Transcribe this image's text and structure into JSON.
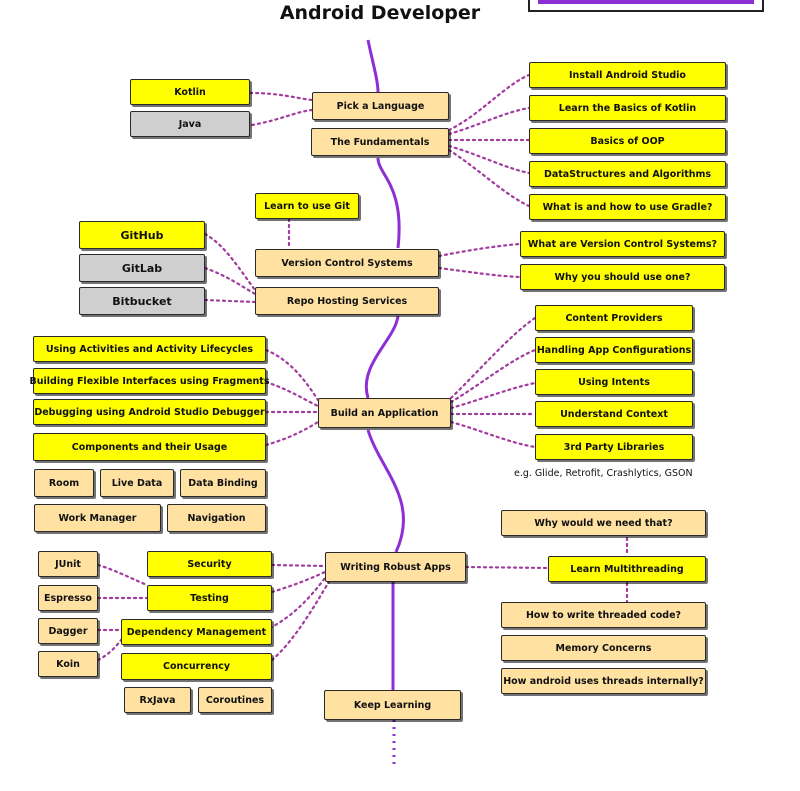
{
  "title": "Android Developer",
  "colors": {
    "spine": "#8e2fd6",
    "connector": "#a33aa0",
    "yellow": "#ffff00",
    "orange": "#ffe1a2",
    "gray": "#cfcfcf"
  },
  "spine": [
    "Pick a Language",
    "The Fundamentals",
    "Version Control Systems",
    "Repo Hosting Services",
    "Build an Application",
    "Writing Robust Apps",
    "Keep Learning"
  ],
  "nodes": {
    "kotlin": "Kotlin",
    "java": "Java",
    "pick_language": "Pick a Language",
    "fundamentals": "The Fundamentals",
    "install_studio": "Install Android Studio",
    "basics_kotlin": "Learn the Basics of Kotlin",
    "basics_oop": "Basics of OOP",
    "data_structures": "DataStructures and Algorithms",
    "gradle": "What is and how to use Gradle?",
    "learn_git": "Learn to use Git",
    "vcs": "Version Control Systems",
    "what_vcs": "What are Version Control Systems?",
    "why_vcs": "Why you should use one?",
    "github": "GitHub",
    "gitlab": "GitLab",
    "bitbucket": "Bitbucket",
    "repo_hosting": "Repo Hosting Services",
    "activities": "Using Activities and Activity Lifecycles",
    "fragments": "Building Flexible Interfaces using Fragments",
    "debugging": "Debugging using Android Studio Debugger",
    "components": "Components and their Usage",
    "room": "Room",
    "live_data": "Live Data",
    "data_binding": "Data Binding",
    "work_manager": "Work Manager",
    "navigation": "Navigation",
    "build_app": "Build an Application",
    "content_providers": "Content Providers",
    "app_config": "Handling App Configurations",
    "intents": "Using Intents",
    "context": "Understand Context",
    "third_party": "3rd Party Libraries",
    "third_party_examples": "e.g. Glide, Retrofit, Crashlytics, GSON",
    "junit": "JUnit",
    "espresso": "Espresso",
    "dagger": "Dagger",
    "koin": "Koin",
    "security": "Security",
    "testing": "Testing",
    "dependency_mgmt": "Dependency Management",
    "concurrency": "Concurrency",
    "rxjava": "RxJava",
    "coroutines": "Coroutines",
    "robust_apps": "Writing Robust Apps",
    "why_need": "Why would we need that?",
    "multithreading": "Learn Multithreading",
    "threaded_code": "How to write threaded code?",
    "memory": "Memory Concerns",
    "threads_internal": "How android uses threads internally?",
    "keep_learning": "Keep Learning"
  }
}
